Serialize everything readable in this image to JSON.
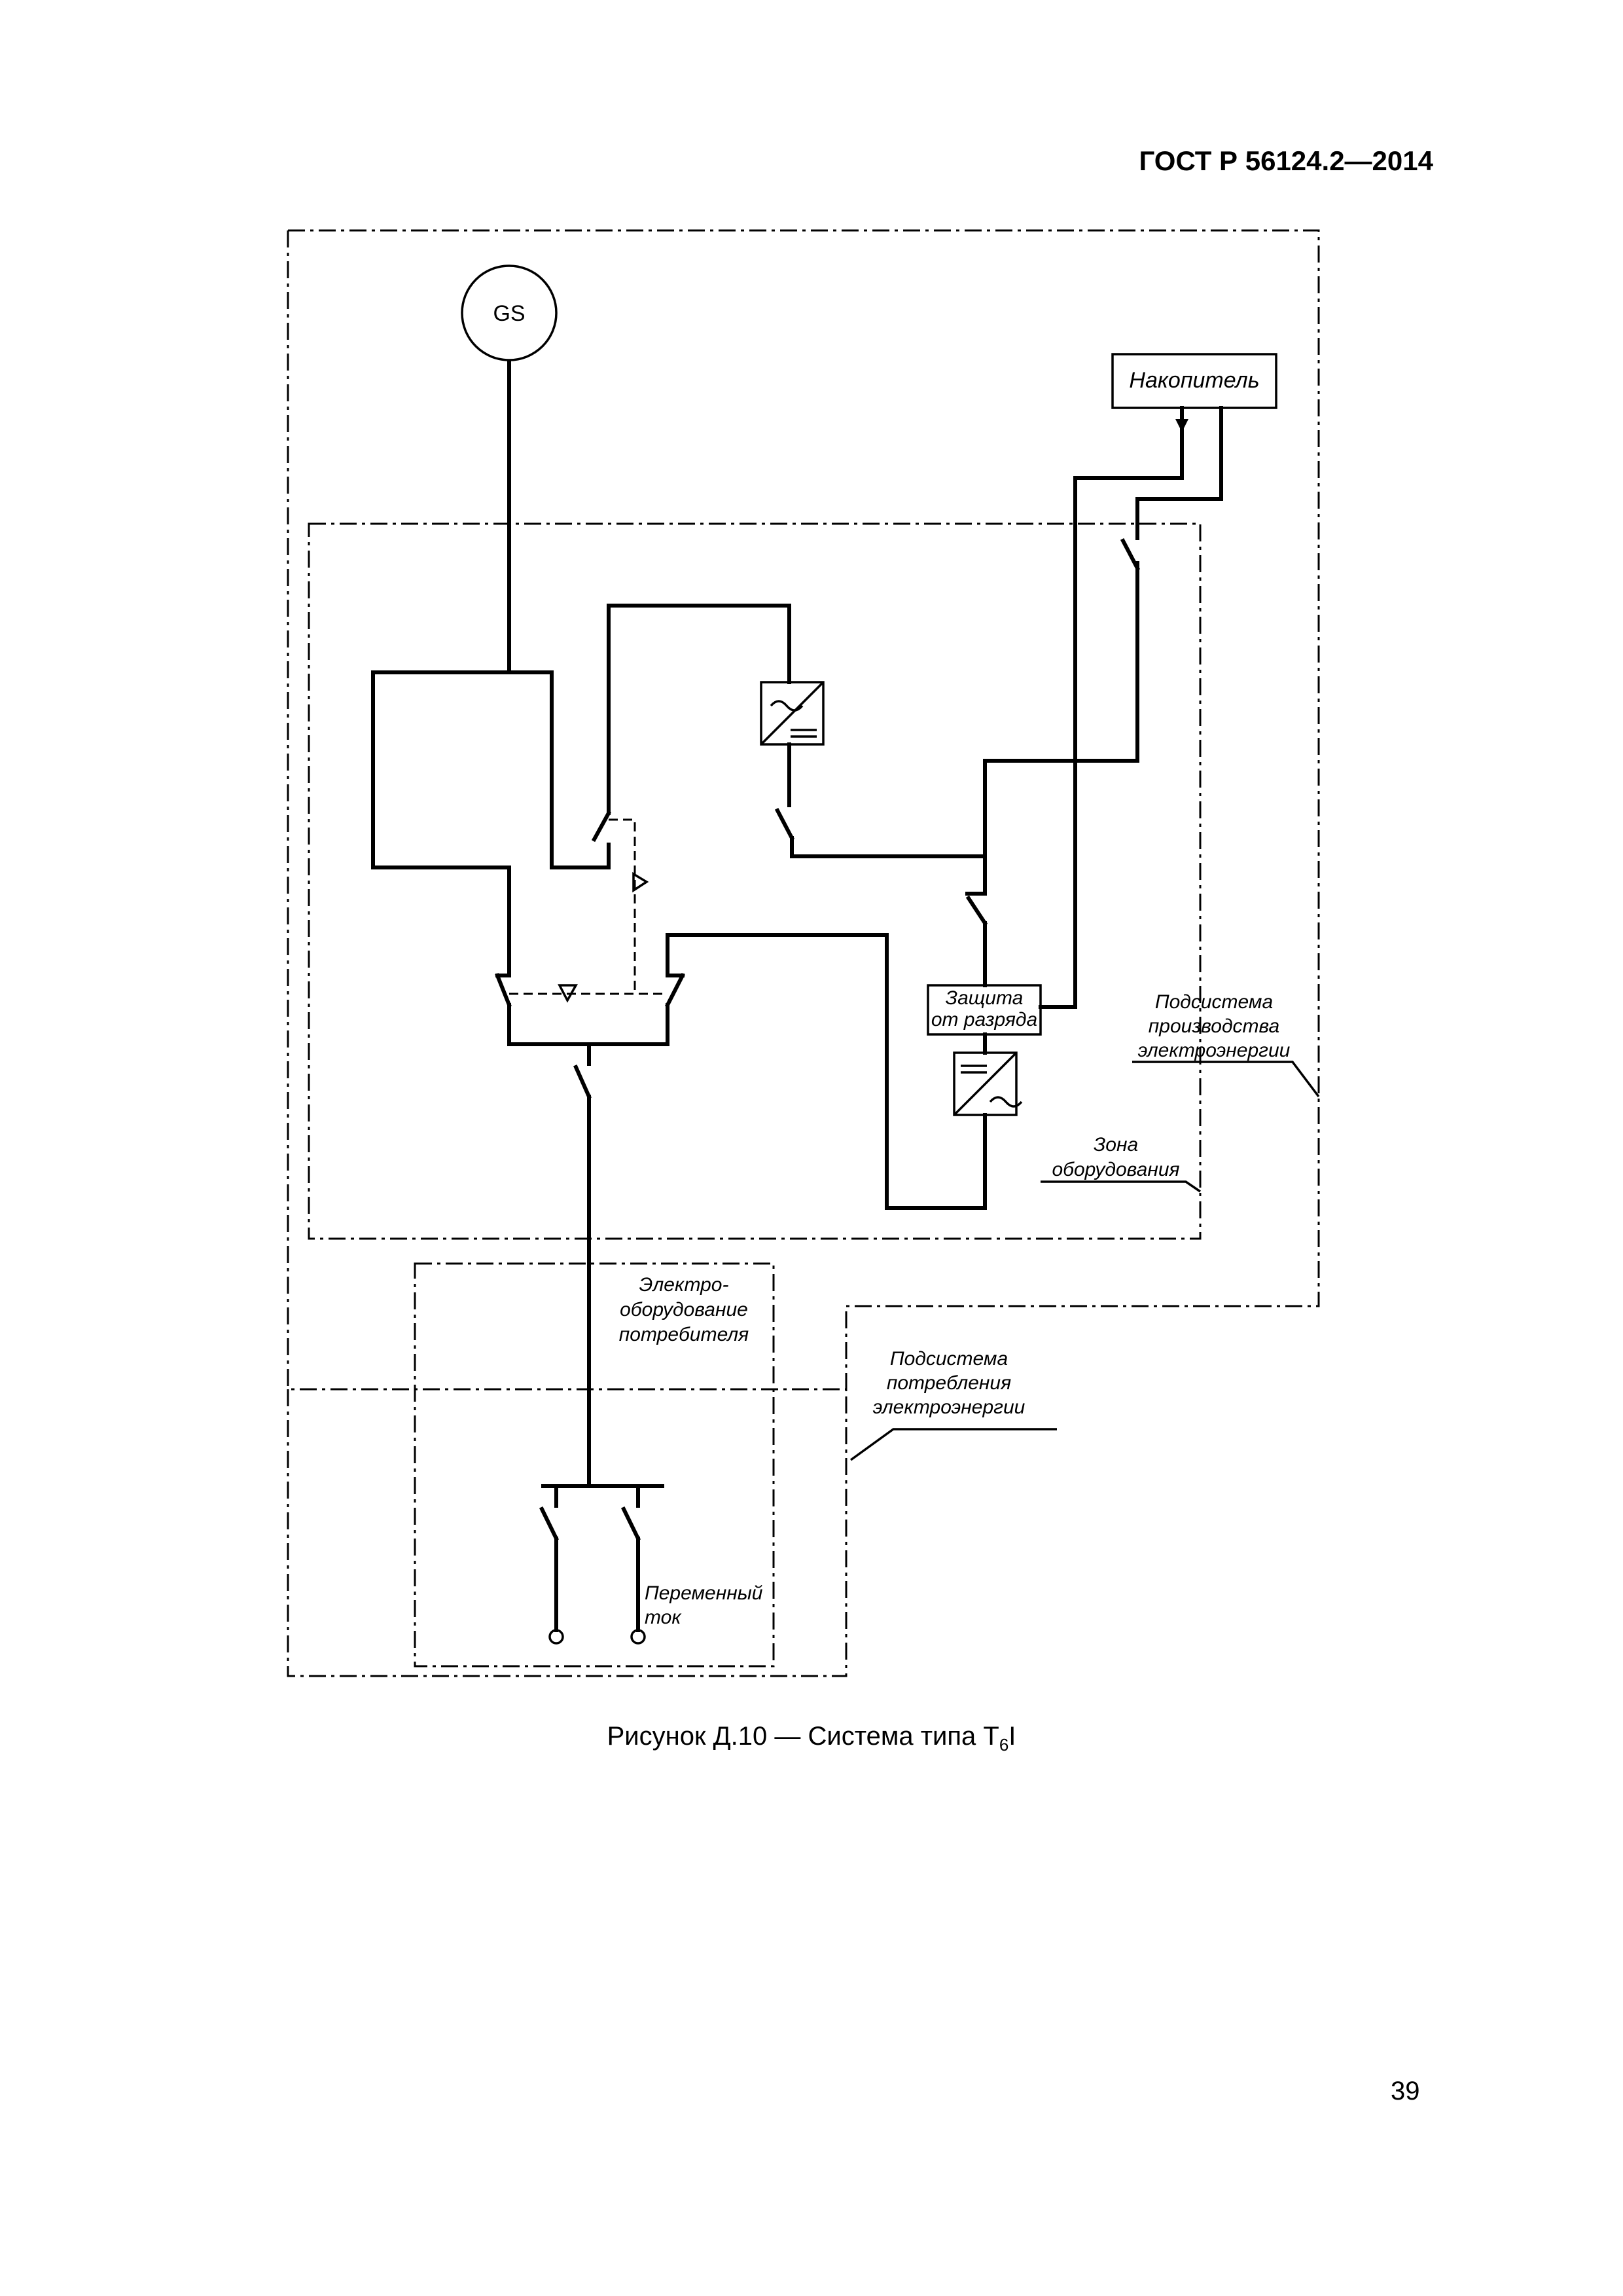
{
  "header": {
    "standard": "ГОСТ Р 56124.2—2014"
  },
  "diagram": {
    "generator": "GS",
    "storage": "Накопитель",
    "discharge_protection": [
      "Защита",
      "от разряда"
    ],
    "zone_production": [
      "Подсистема",
      "производства",
      "электроэнергии"
    ],
    "zone_equipment": [
      "Зона",
      "оборудования"
    ],
    "consumer_equipment": [
      "Электро-",
      "оборудование",
      "потребителя"
    ],
    "zone_consumption": [
      "Подсистема",
      "потребления",
      "электроэнергии"
    ],
    "ac_output": [
      "Переменный",
      "ток"
    ]
  },
  "caption": {
    "text": "Рисунок Д.10 — Система типа Т",
    "subscript": "6",
    "suffix": "I"
  },
  "page_number": "39"
}
